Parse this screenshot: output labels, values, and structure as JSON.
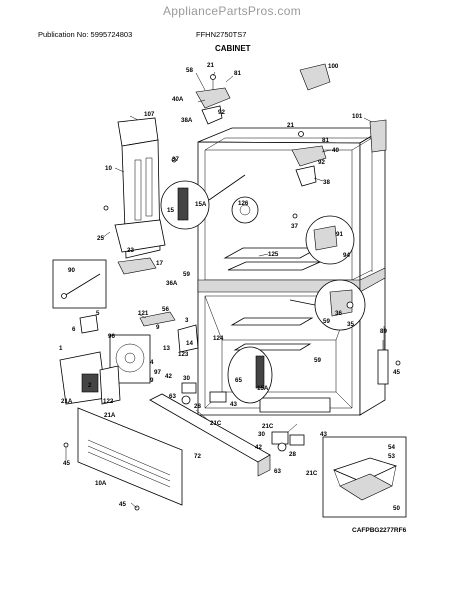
{
  "watermark": "AppliancePartsPros.com",
  "header": {
    "publication": "Publication No: 5995724803",
    "model": "FFHN2750TS7",
    "section": "CABINET"
  },
  "diagram_code": "CAFPBG2277RF6",
  "callouts": [
    {
      "id": "c58",
      "text": "58"
    },
    {
      "id": "c21a",
      "text": "21"
    },
    {
      "id": "c81a",
      "text": "81"
    },
    {
      "id": "c40a",
      "text": "40A"
    },
    {
      "id": "c92a",
      "text": "92"
    },
    {
      "id": "c38a",
      "text": "38A"
    },
    {
      "id": "c100",
      "text": "100"
    },
    {
      "id": "c107",
      "text": "107"
    },
    {
      "id": "c101",
      "text": "101"
    },
    {
      "id": "c21b",
      "text": "21"
    },
    {
      "id": "c81b",
      "text": "81"
    },
    {
      "id": "c40",
      "text": "40"
    },
    {
      "id": "c92b",
      "text": "92"
    },
    {
      "id": "c38",
      "text": "38"
    },
    {
      "id": "c37a",
      "text": "37"
    },
    {
      "id": "c10",
      "text": "10"
    },
    {
      "id": "c126",
      "text": "126"
    },
    {
      "id": "c37b",
      "text": "37"
    },
    {
      "id": "c15",
      "text": "15"
    },
    {
      "id": "c15a",
      "text": "15A"
    },
    {
      "id": "c91",
      "text": "91"
    },
    {
      "id": "c94",
      "text": "94"
    },
    {
      "id": "c25",
      "text": "25"
    },
    {
      "id": "c23",
      "text": "23"
    },
    {
      "id": "c17",
      "text": "17"
    },
    {
      "id": "c125",
      "text": "125"
    },
    {
      "id": "c90",
      "text": "90"
    },
    {
      "id": "c59a",
      "text": "59"
    },
    {
      "id": "c36a",
      "text": "36A"
    },
    {
      "id": "c121",
      "text": "121"
    },
    {
      "id": "c5",
      "text": "5"
    },
    {
      "id": "c6",
      "text": "6"
    },
    {
      "id": "c9a",
      "text": "9"
    },
    {
      "id": "c96",
      "text": "96"
    },
    {
      "id": "c56",
      "text": "56"
    },
    {
      "id": "c3",
      "text": "3"
    },
    {
      "id": "c59b",
      "text": "59"
    },
    {
      "id": "c36",
      "text": "36"
    },
    {
      "id": "c35",
      "text": "35"
    },
    {
      "id": "c89",
      "text": "89"
    },
    {
      "id": "c14",
      "text": "14"
    },
    {
      "id": "c124",
      "text": "124"
    },
    {
      "id": "c13",
      "text": "13"
    },
    {
      "id": "c123",
      "text": "123"
    },
    {
      "id": "c1",
      "text": "1"
    },
    {
      "id": "c4",
      "text": "4"
    },
    {
      "id": "c97",
      "text": "97"
    },
    {
      "id": "c9b",
      "text": "9"
    },
    {
      "id": "c59c",
      "text": "59"
    },
    {
      "id": "c45a",
      "text": "45"
    },
    {
      "id": "c42a",
      "text": "42"
    },
    {
      "id": "c2",
      "text": "2"
    },
    {
      "id": "c122",
      "text": "122"
    },
    {
      "id": "c63a",
      "text": "63"
    },
    {
      "id": "c30a",
      "text": "30"
    },
    {
      "id": "c65",
      "text": "65"
    },
    {
      "id": "c15ab",
      "text": "15A"
    },
    {
      "id": "c21aa",
      "text": "21A"
    },
    {
      "id": "c21ab",
      "text": "21A"
    },
    {
      "id": "c28a",
      "text": "28"
    },
    {
      "id": "c43a",
      "text": "43"
    },
    {
      "id": "c21ca",
      "text": "21C"
    },
    {
      "id": "c21cb",
      "text": "21C"
    },
    {
      "id": "c43b",
      "text": "43"
    },
    {
      "id": "c42b",
      "text": "42"
    },
    {
      "id": "c30b",
      "text": "30"
    },
    {
      "id": "c28b",
      "text": "28"
    },
    {
      "id": "c63b",
      "text": "63"
    },
    {
      "id": "c72",
      "text": "72"
    },
    {
      "id": "c45b",
      "text": "45"
    },
    {
      "id": "c54",
      "text": "54"
    },
    {
      "id": "c53",
      "text": "53"
    },
    {
      "id": "c21cc",
      "text": "21C"
    },
    {
      "id": "c50",
      "text": "50"
    },
    {
      "id": "c10a",
      "text": "10A"
    },
    {
      "id": "c45c",
      "text": "45"
    }
  ]
}
